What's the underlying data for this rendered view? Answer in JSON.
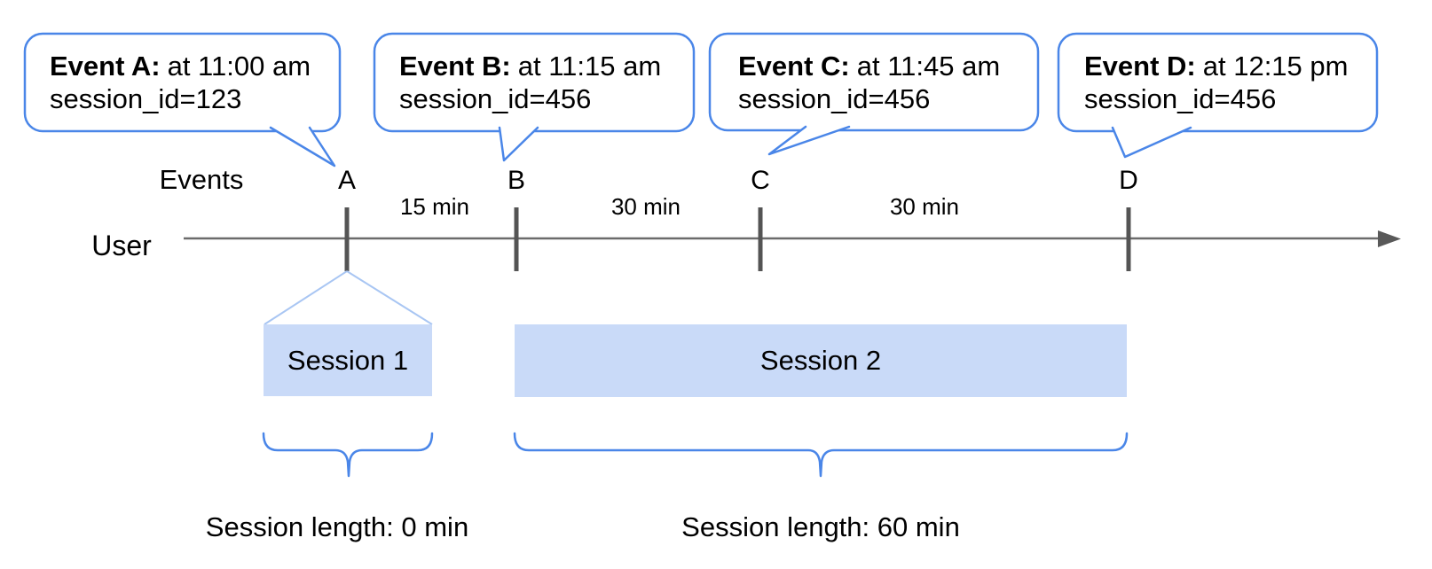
{
  "colors": {
    "accent_blue": "#4a86e8",
    "session_fill_blue": "#c9daf8",
    "funnel_light_blue": "#a9c6f3",
    "timeline_gray": "#6b6b6b",
    "tick_gray": "#545454",
    "text_black": "#000000"
  },
  "event_bubbles": [
    {
      "label": "Event A:",
      "time": "at 11:00 am",
      "session_id_text": "session_id=123"
    },
    {
      "label": "Event B:",
      "time": "at 11:15 am",
      "session_id_text": "session_id=456"
    },
    {
      "label": "Event C:",
      "time": "at 11:45 am",
      "session_id_text": "session_id=456"
    },
    {
      "label": "Event D:",
      "time": "at 12:15 pm",
      "session_id_text": "session_id=456"
    }
  ],
  "timeline": {
    "user_label": "User",
    "events_label": "Events",
    "event_markers": [
      "A",
      "B",
      "C",
      "D"
    ],
    "interval_labels": [
      "15 min",
      "30 min",
      "30 min"
    ]
  },
  "sessions": [
    {
      "label": "Session 1",
      "length_label": "Session length: 0 min"
    },
    {
      "label": "Session 2",
      "length_label": "Session length: 60 min"
    }
  ]
}
